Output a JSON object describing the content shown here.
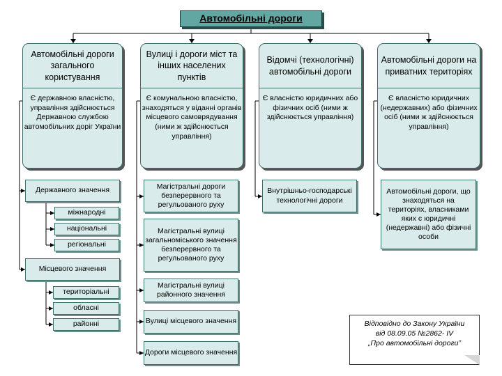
{
  "title": "Автомобільні дороги",
  "columns": [
    {
      "head": "Автомобільні дороги загального користування",
      "body": "Є державною власністю, управління здійснюється Державною службою автомобільних доріг України"
    },
    {
      "head": "Вулиці і дороги міст та інших населених пунктів",
      "body": "Є комунальною власністю, знаходяться у віданні органів місцевого самоврядування (ними ж здійснюється управління)"
    },
    {
      "head": "Відомчі (технологічні) автомобільні дороги",
      "body": "Є власністю юридичних або фізичних осіб (ними ж здійснюється управління)"
    },
    {
      "head": "Автомобільні дороги на приватних територіях",
      "body": "Є власністю юридичних (недержавних) або фізичних осіб (ними ж здійснюється управління)"
    }
  ],
  "col1": {
    "state": "Державного значення",
    "state_items": [
      "міжнародні",
      "національні",
      "регіональні"
    ],
    "local": "Місцевого значення",
    "local_items": [
      "територіальні",
      "обласні",
      "районні"
    ]
  },
  "col2_items": [
    "Магістральні дороги безперервного та регульованого руху",
    "Магістральні вулиці загальноміського значення безперервного та регульованого руху",
    "Магістральні вулиці районного значення",
    "Вулиці місцевого значення",
    "Дороги місцевого значення"
  ],
  "col3_item": "Внутрішньо-господарські технологічні дороги",
  "col4_item": "Автомобільні дороги, що знаходяться на територіях, власниками яких є юридичні (недержавні) або фізичні особи",
  "note": {
    "line1": "Відповідно до Закону України",
    "line2": "від 08.09.05 №2862- IV",
    "line3": "„Про автомобільні дороги”"
  }
}
